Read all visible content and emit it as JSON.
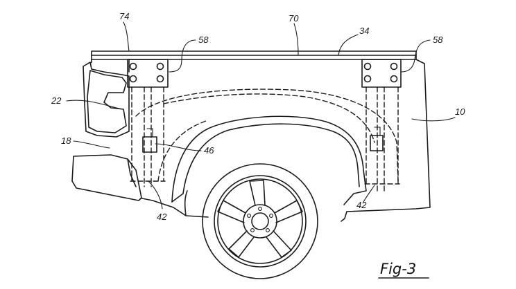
{
  "figure": {
    "caption": "Fig-3",
    "reference_numerals": {
      "n74": "74",
      "n70": "70",
      "n34": "34",
      "n58_left": "58",
      "n58_right": "58",
      "n22": "22",
      "n10": "10",
      "n18": "18",
      "n46": "46",
      "n42_left": "42",
      "n42_right": "42"
    }
  }
}
